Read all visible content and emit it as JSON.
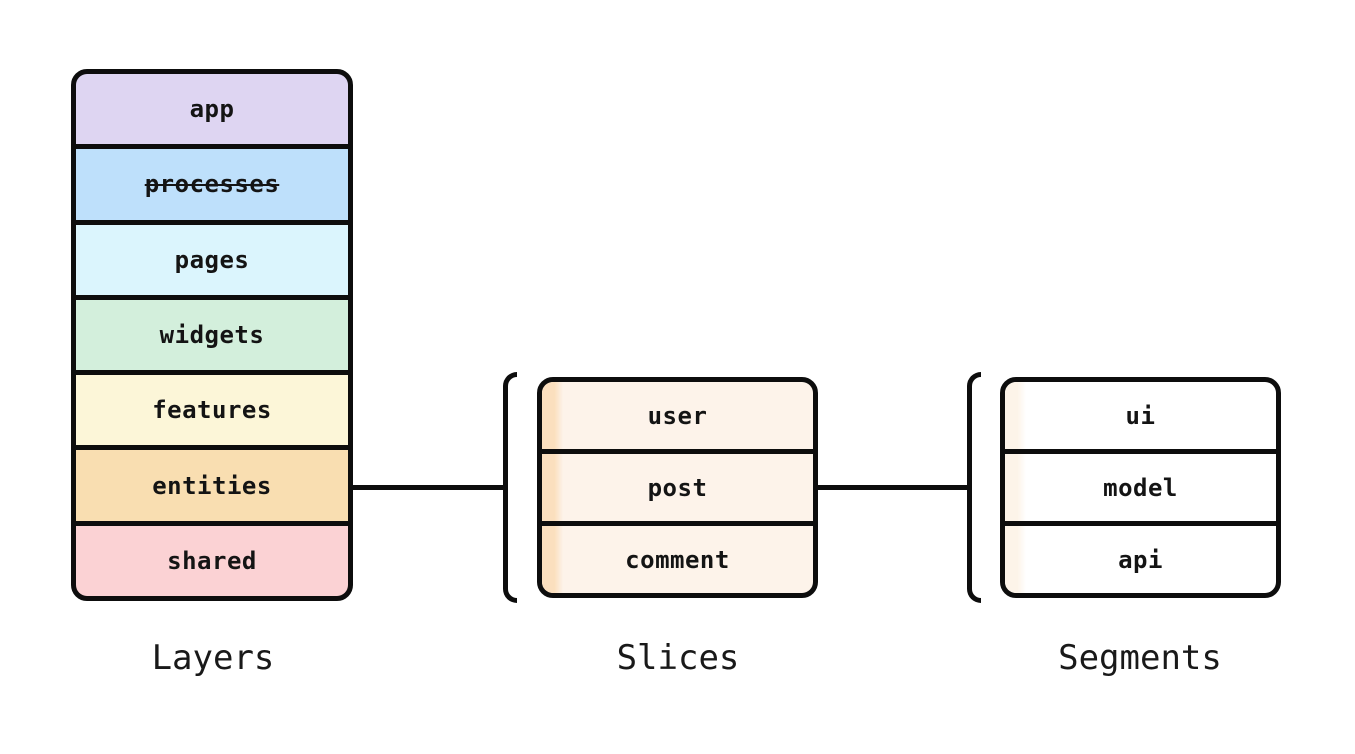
{
  "diagram": {
    "stroke_color": "#0d0d0d",
    "groups": [
      {
        "label": "Layers",
        "items": [
          {
            "label": "app",
            "color": "#ded5f2"
          },
          {
            "label": "processes",
            "color": "#bee0fb",
            "deprecated": true
          },
          {
            "label": "pages",
            "color": "#dbf5fd"
          },
          {
            "label": "widgets",
            "color": "#d3efdc"
          },
          {
            "label": "features",
            "color": "#fcf6d8"
          },
          {
            "label": "entities",
            "color": "#f9deb1"
          },
          {
            "label": "shared",
            "color": "#fbd2d4"
          }
        ]
      },
      {
        "label": "Slices",
        "row_color": "#fdf3ea",
        "stripe_color": "#fbdfbe",
        "items": [
          {
            "label": "user"
          },
          {
            "label": "post"
          },
          {
            "label": "comment"
          }
        ]
      },
      {
        "label": "Segments",
        "row_color": "#ffffff",
        "stripe_color": "#fdf4e9",
        "items": [
          {
            "label": "ui"
          },
          {
            "label": "model"
          },
          {
            "label": "api"
          }
        ]
      }
    ]
  }
}
